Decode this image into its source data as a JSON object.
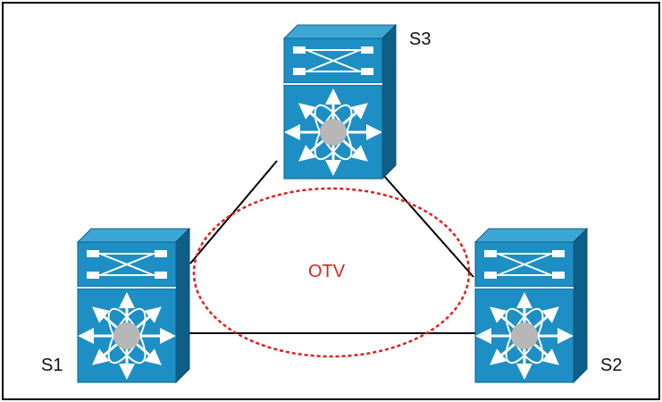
{
  "devices": [
    {
      "id": "s3",
      "label": "S3"
    },
    {
      "id": "s1",
      "label": "S1"
    },
    {
      "id": "s2",
      "label": "S2"
    }
  ],
  "overlay": {
    "label": "OTV",
    "color": "#e02020"
  },
  "colors": {
    "switch_front": "#1d8fc4",
    "switch_top": "#3ba6d4",
    "switch_side": "#0d5f88",
    "link": "#000000",
    "border": "#000000"
  }
}
